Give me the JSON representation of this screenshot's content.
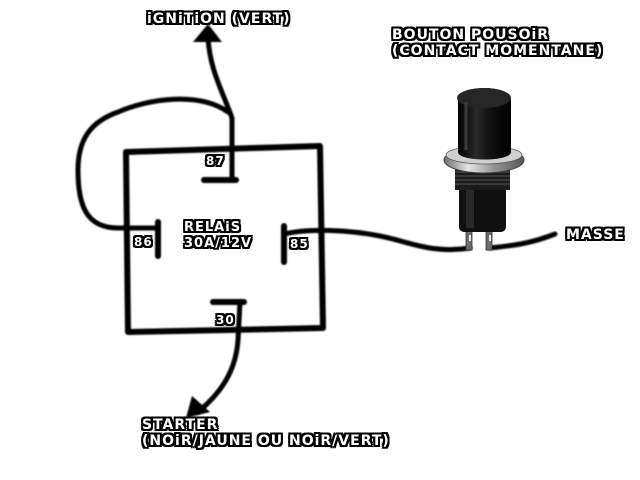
{
  "labels": {
    "ignition": "iGNiTiON (VERT)",
    "button_title": "BOUTON POUSOiR",
    "button_subtitle": "(CONTACT MOMENTANE)",
    "relay_name": "RELAiS",
    "relay_rating": "30A/12V",
    "pin_87": "87",
    "pin_86": "86",
    "pin_85": "85",
    "pin_30": "30",
    "ground": "MASSE",
    "starter_title": "STARTER",
    "starter_subtitle": "(NOiR/JAUNE OU NOiR/VERT)"
  },
  "colors": {
    "wire": "#000000",
    "label_fill": "#ffffff",
    "background": "#ffffff",
    "button_cap": "#0d0d0d",
    "button_nut": "#b8b8b8"
  },
  "icons": [
    "arrow-up-icon",
    "arrow-down-left-icon",
    "push-button-icon"
  ]
}
